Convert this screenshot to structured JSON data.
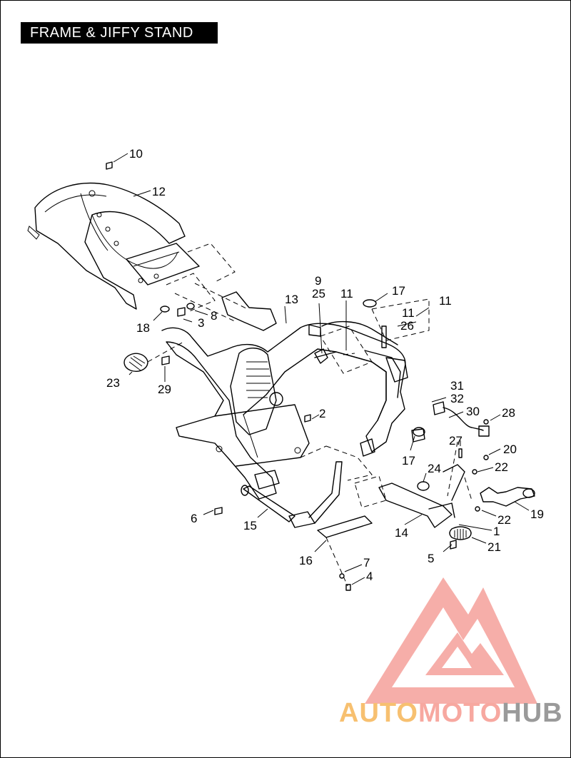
{
  "title": "FRAME & JIFFY STAND",
  "callouts": [
    {
      "id": "10",
      "text": "10"
    },
    {
      "id": "12",
      "text": "12"
    },
    {
      "id": "9",
      "text": "9"
    },
    {
      "id": "25",
      "text": "25"
    },
    {
      "id": "11a",
      "text": "11"
    },
    {
      "id": "17a",
      "text": "17"
    },
    {
      "id": "11b",
      "text": "11"
    },
    {
      "id": "11c",
      "text": "11"
    },
    {
      "id": "26",
      "text": "26"
    },
    {
      "id": "13",
      "text": "13"
    },
    {
      "id": "18",
      "text": "18"
    },
    {
      "id": "3",
      "text": "3"
    },
    {
      "id": "8",
      "text": "8"
    },
    {
      "id": "23",
      "text": "23"
    },
    {
      "id": "29",
      "text": "29"
    },
    {
      "id": "31",
      "text": "31"
    },
    {
      "id": "32",
      "text": "32"
    },
    {
      "id": "30",
      "text": "30"
    },
    {
      "id": "28",
      "text": "28"
    },
    {
      "id": "2",
      "text": "2"
    },
    {
      "id": "17b",
      "text": "17"
    },
    {
      "id": "27",
      "text": "27"
    },
    {
      "id": "20",
      "text": "20"
    },
    {
      "id": "22a",
      "text": "22"
    },
    {
      "id": "24",
      "text": "24"
    },
    {
      "id": "6",
      "text": "6"
    },
    {
      "id": "15",
      "text": "15"
    },
    {
      "id": "14",
      "text": "14"
    },
    {
      "id": "22b",
      "text": "22"
    },
    {
      "id": "19",
      "text": "19"
    },
    {
      "id": "1",
      "text": "1"
    },
    {
      "id": "21",
      "text": "21"
    },
    {
      "id": "16",
      "text": "16"
    },
    {
      "id": "5",
      "text": "5"
    },
    {
      "id": "7",
      "text": "7"
    },
    {
      "id": "4",
      "text": "4"
    }
  ],
  "watermark": {
    "auto": "AUTO",
    "moto": "MOTO",
    "hub": "HUB",
    "logo_color": "#f4a09a"
  }
}
